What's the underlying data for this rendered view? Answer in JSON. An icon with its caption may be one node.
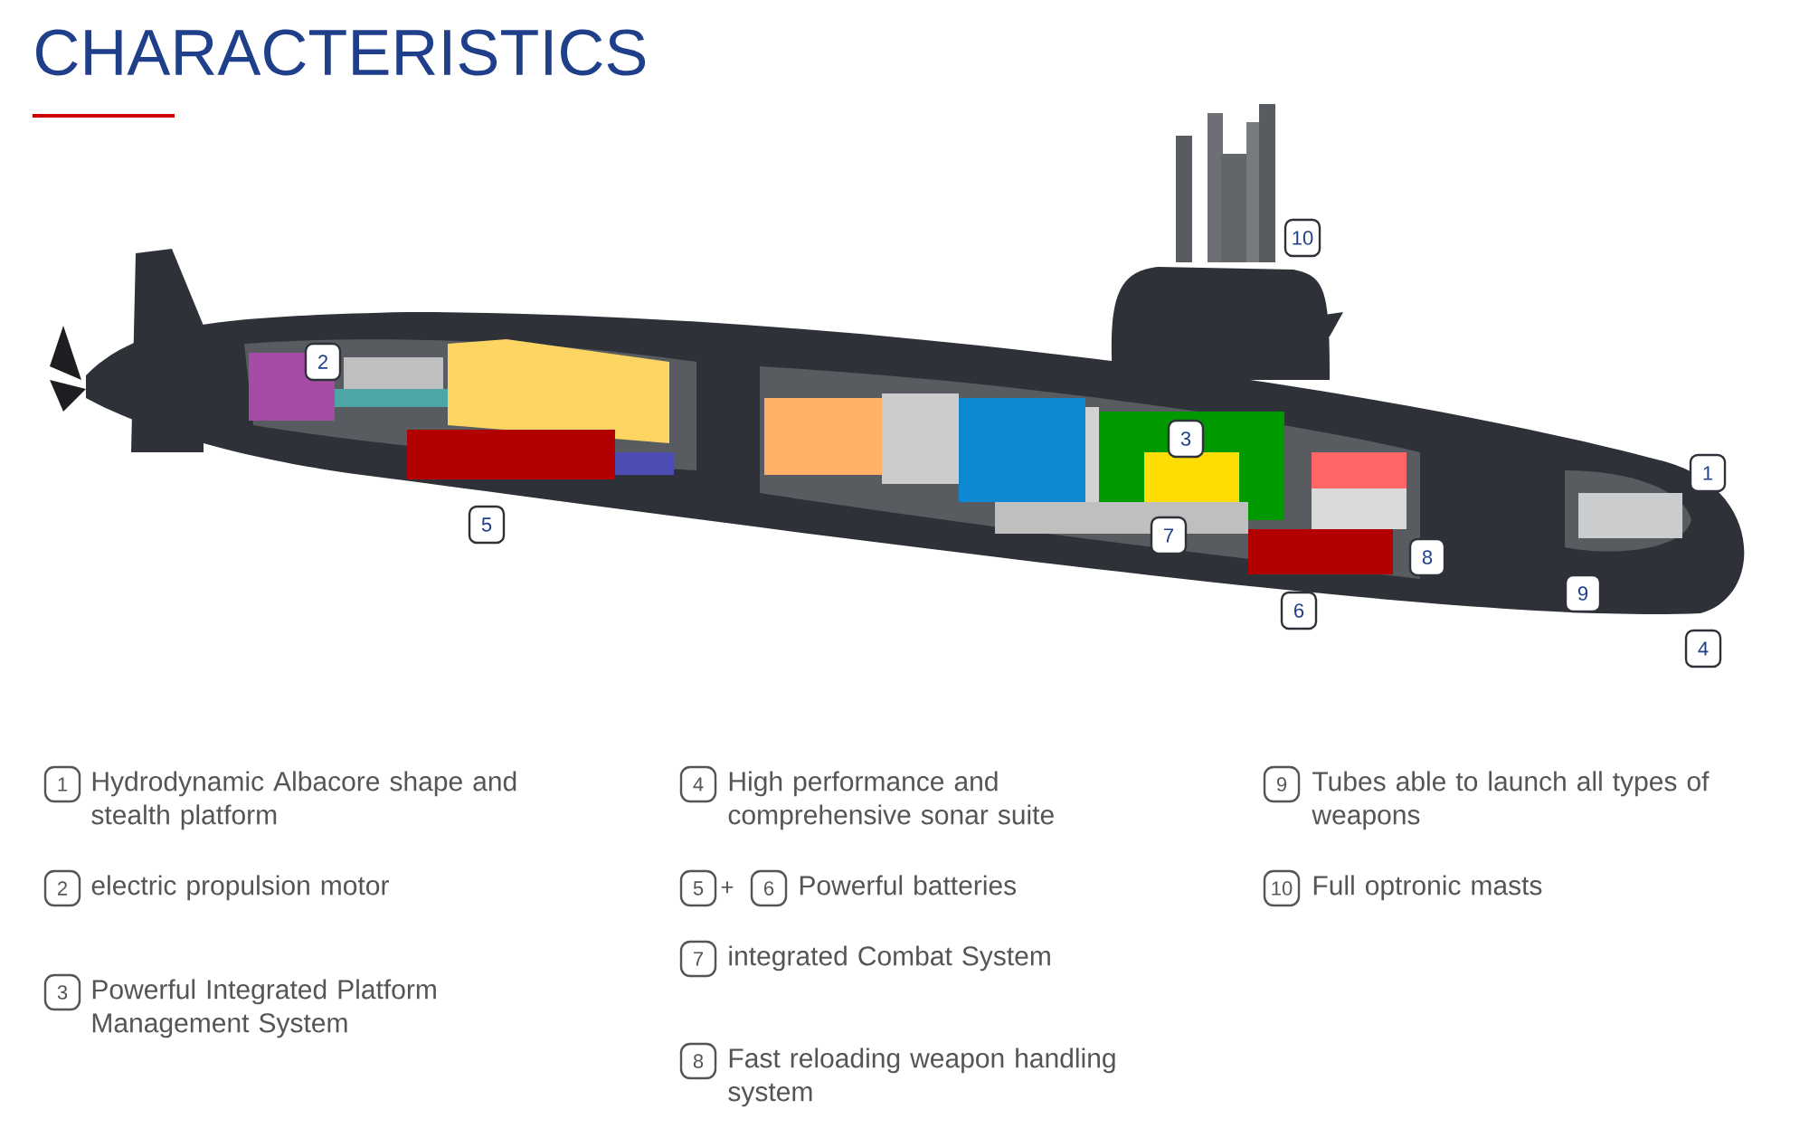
{
  "diagram": {
    "title": "CHARACTERISTICS",
    "labels": [
      "10",
      "2",
      "3",
      "1",
      "5",
      "7",
      "8",
      "9",
      "6",
      "4",
      "1",
      "Hydrodynamic Albacore shape and stealth platform",
      "4",
      "High performance and comprehensive sonar suite",
      "9",
      "Tubes able to launch all types of weapons",
      "2",
      "electric propulsion motor",
      "5",
      "+",
      "6",
      "Powerful batteries",
      "10",
      "Full optronic masts",
      "3",
      "Powerful Integrated Platform Management System",
      "7",
      "integrated Combat System",
      "8",
      "Fast reloading weapon handling system"
    ]
  }
}
